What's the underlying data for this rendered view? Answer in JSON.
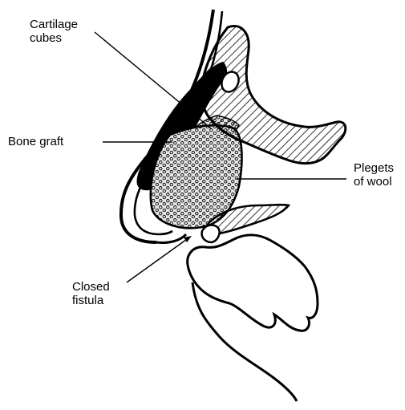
{
  "labels": {
    "cartilage": [
      "Cartilage",
      "cubes"
    ],
    "bone_graft": "Bone graft",
    "plegets": [
      "Plegets",
      "of wool"
    ],
    "fistula": [
      "Closed",
      "fistula"
    ]
  }
}
